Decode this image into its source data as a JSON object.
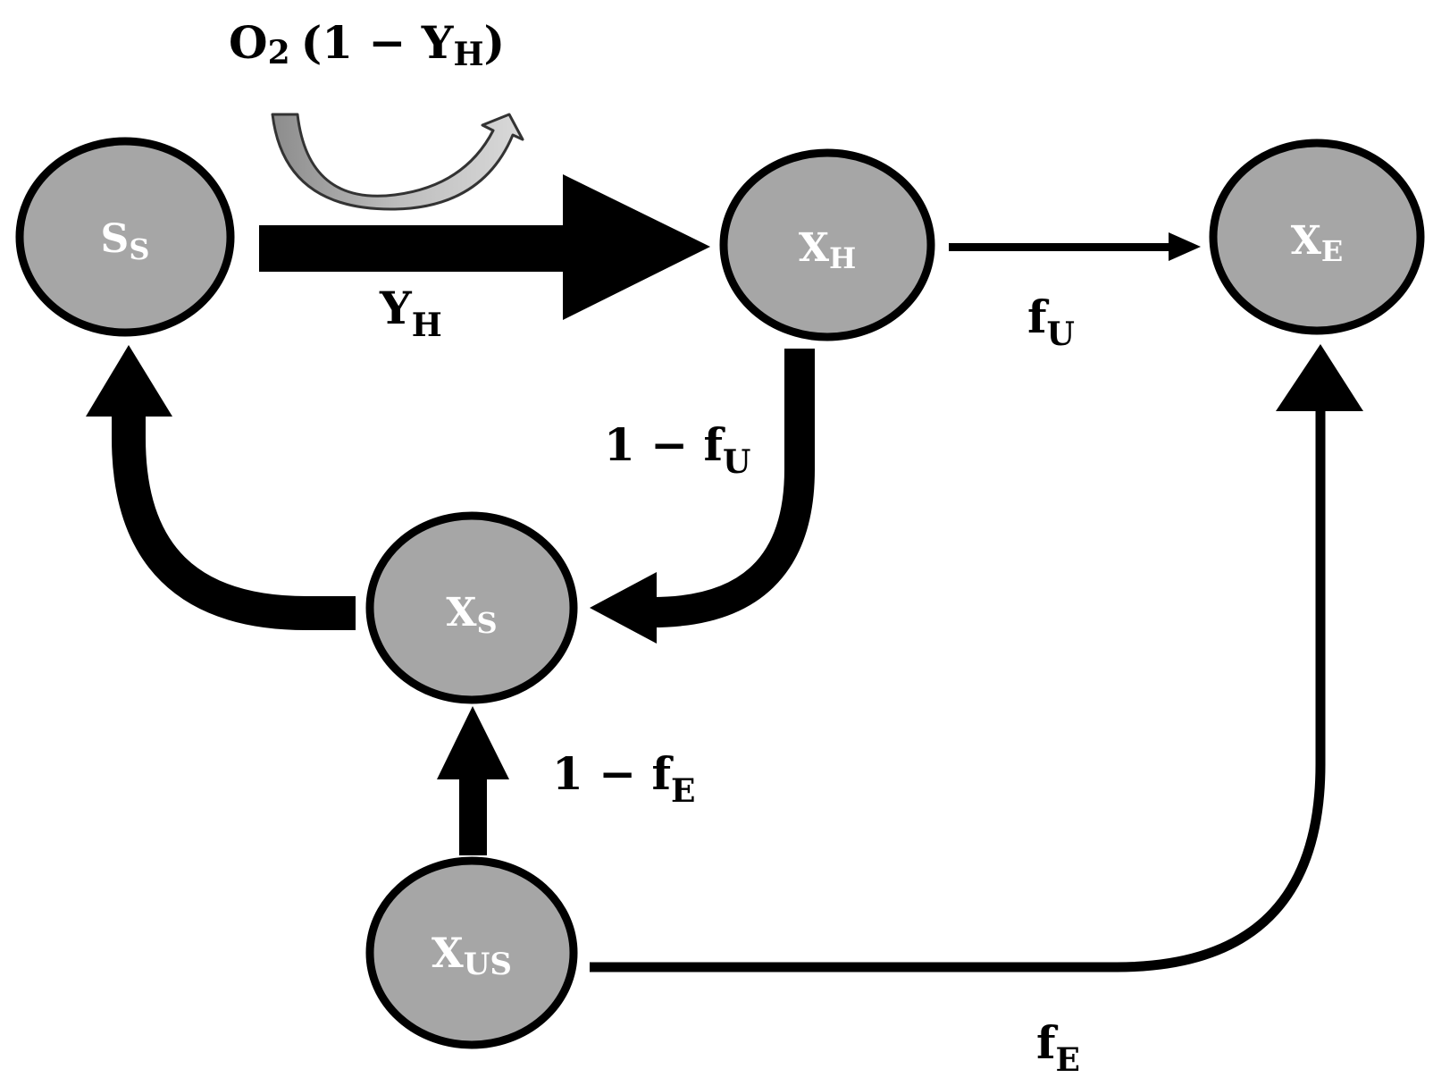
{
  "nodes": {
    "ss": {
      "main": "S",
      "sub": "S"
    },
    "xh": {
      "main": "X",
      "sub": "H"
    },
    "xe": {
      "main": "X",
      "sub": "E"
    },
    "xs": {
      "main": "X",
      "sub": "S"
    },
    "xus": {
      "main": "X",
      "sub": "US"
    }
  },
  "labels": {
    "oxygen": {
      "o": "O",
      "o_sub": "2",
      "rest": "(1 − Y",
      "rest_sub": "H",
      "close": ")"
    },
    "yh": {
      "main": "Y",
      "sub": "H"
    },
    "fu": {
      "main": "f",
      "sub": "U"
    },
    "one_minus_fu": {
      "main": "1 − f",
      "sub": "U"
    },
    "one_minus_fe": {
      "main": "1 − f",
      "sub": "E"
    },
    "fe": {
      "main": "f",
      "sub": "E"
    }
  },
  "colors": {
    "node_fill": "#a6a6a6",
    "node_stroke": "#000000",
    "arrow": "#000000",
    "oxygen_arrow": "#a6a6a6"
  }
}
